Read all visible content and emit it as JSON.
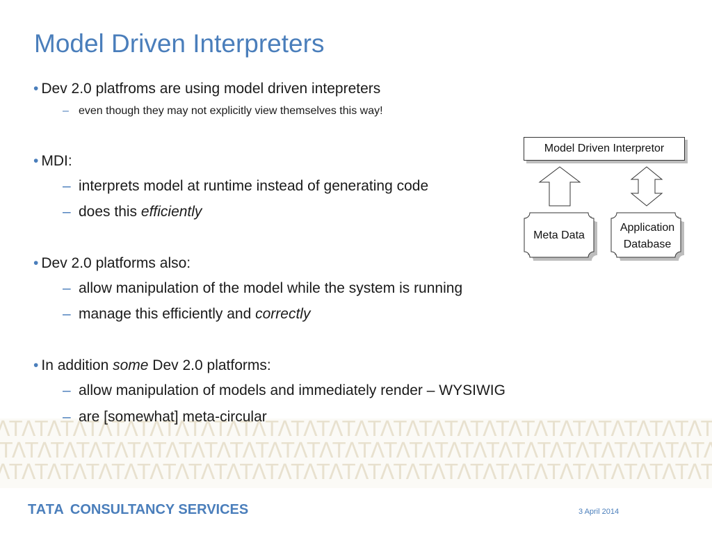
{
  "title": "Model Driven Interpreters",
  "bullets": {
    "b1": {
      "text": "Dev 2.0 platfroms are using model driven intepreters"
    },
    "b1_sub1": "even though they may not explicitly view themselves this way!",
    "b2": {
      "text": "MDI:"
    },
    "b2_sub1": "interprets model at runtime instead of generating code",
    "b2_sub2_pre": "does this ",
    "b2_sub2_em": "efficiently",
    "b3": {
      "text": "Dev 2.0 platforms also:"
    },
    "b3_sub1": "allow manipulation of the model while the system is running",
    "b3_sub2_pre": "manage this efficiently and ",
    "b3_sub2_em": "correctly",
    "b4_pre": "In addition ",
    "b4_em": "some",
    "b4_post": " Dev 2.0 platforms:",
    "b4_sub1": "allow manipulation of models and immediately render – WYSIWIG",
    "b4_sub2": "are [somewhat] meta-circular"
  },
  "diagram": {
    "top_box": "Model Driven Interpretor",
    "left_box": "Meta Data",
    "right_box_line1": "Application",
    "right_box_line2": "Database"
  },
  "footer": {
    "logo_tata": "TATA",
    "logo_cs": "CONSULTANCY SERVICES",
    "date": "3 April 2014"
  },
  "colors": {
    "accent": "#4a7ebb",
    "pattern": "#e8e1cf"
  }
}
